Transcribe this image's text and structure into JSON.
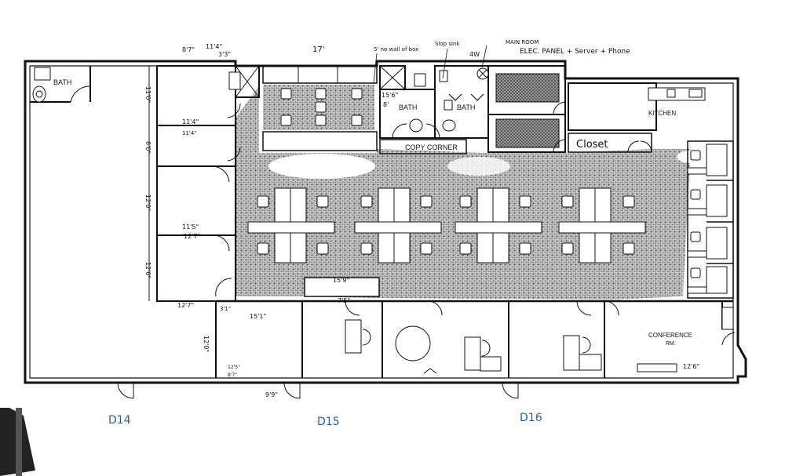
{
  "rooms": {
    "bath_left": "BATH",
    "bath_mid": "BATH",
    "bath_right": "BATH",
    "kitchen": "KITCHEN",
    "closet": "Closet",
    "copy_corner": "COPY CORNER",
    "conference_line1": "CONFERENCE",
    "conference_line2": "RM."
  },
  "dimensions": {
    "d_8_7": "8'7\"",
    "d_11_4": "11'4\"",
    "d_3_3": "3'3\"",
    "d_17": "17'",
    "d_11_0": "11'0\"",
    "d_11_4b": "11'4\"",
    "d_11_4c": "11'4\"",
    "d_6_0": "6'0\"",
    "d_12_0": "12'0\"",
    "d_11_5": "11'5\"",
    "d_12_7": "12'7\"",
    "d_12_0b": "12'0\"",
    "d_12_7b": "12'7\"",
    "d_15_6": "15'6\"",
    "d_8": "8'",
    "d_15_9": "15'9\"",
    "d_7_5": "7'5\"",
    "d_15_1": "15'1\"",
    "d_3_1": "3'1\"",
    "d_12_0c": "12'0\"",
    "d_12_6": "12'6\"",
    "d_9_9": "9'9\"",
    "d_12_5": "12'5\"",
    "d_8_7b": "8'7\"",
    "d_4w": "4W"
  },
  "notes": {
    "wall_box": "5' no wall of box",
    "slop_sink": "Slop sink",
    "main_room": "MAIN ROOM",
    "elec_panel": "ELEC. PANEL + Server + Phone"
  },
  "suites": [
    "D14",
    "D15",
    "D16"
  ]
}
